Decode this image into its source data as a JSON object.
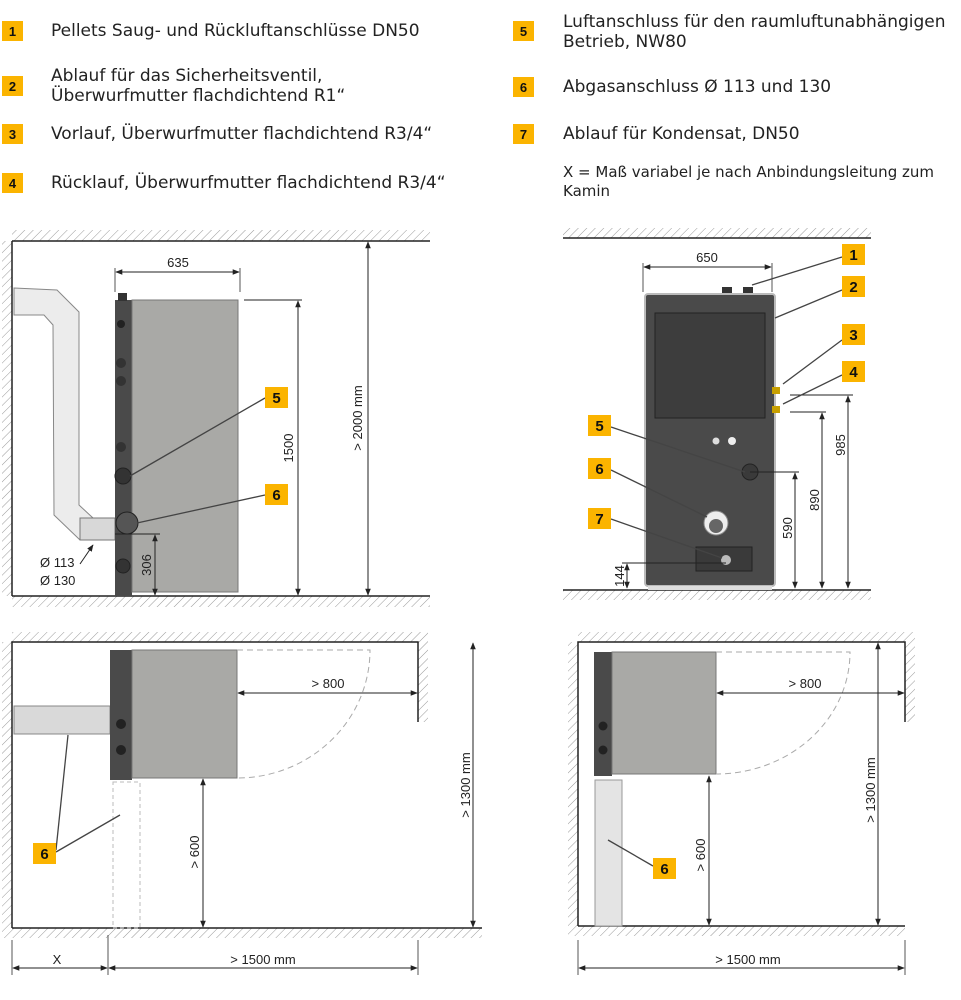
{
  "legend": {
    "items": [
      {
        "num": "1",
        "text": "Pellets Saug- und Rückluftanschlüsse DN50"
      },
      {
        "num": "2",
        "text": "Ablauf für das Sicherheitsventil,",
        "text2": "Überwurfmutter flachdichtend R1“"
      },
      {
        "num": "3",
        "text": "Vorlauf, Überwurfmutter flachdichtend R3/4“"
      },
      {
        "num": "4",
        "text": "Rücklauf, Überwurfmutter flachdichtend R3/4“"
      },
      {
        "num": "5",
        "text": "Luftanschluss für den raumluftunabhängigen",
        "text2": "Betrieb, NW80"
      },
      {
        "num": "6",
        "text": "Abgasanschluss Ø 113 und 130"
      },
      {
        "num": "7",
        "text": "Ablauf für Kondensat, DN50"
      }
    ],
    "note": "X = Maß variabel je nach Anbindungsleitung zum",
    "note2": "Kamin"
  },
  "side_view": {
    "width": "635",
    "height": "1500",
    "room_height": "> 2000 mm",
    "flue_height": "306",
    "dia1": "Ø 113",
    "dia2": "Ø 130",
    "badges": [
      "5",
      "6"
    ]
  },
  "rear_view": {
    "width": "650",
    "h985": "985",
    "h890": "890",
    "h590": "590",
    "h144": "144",
    "badges": [
      "1",
      "2",
      "3",
      "4",
      "5",
      "6",
      "7"
    ]
  },
  "top_view_left": {
    "door": "> 800",
    "depth": "> 1300 mm",
    "front": "> 600",
    "x": "X",
    "length": "> 1500 mm",
    "badge": "6"
  },
  "top_view_right": {
    "door": "> 800",
    "depth": "> 1300 mm",
    "front": "> 600",
    "length": "> 1500 mm",
    "badge": "6"
  },
  "colors": {
    "badge": "#fbb400",
    "body": "#a9a9a6",
    "dark": "#4a4a4a"
  }
}
